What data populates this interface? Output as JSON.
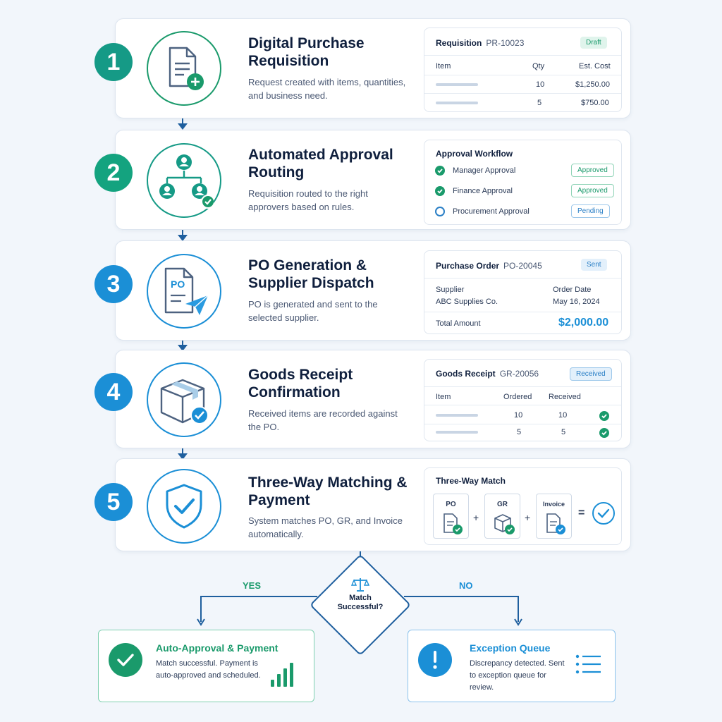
{
  "steps": [
    {
      "number": "1",
      "title": "Digital Purchase Requisition",
      "desc": "Request created with items, quantities, and business need.",
      "icon": "document-plus-icon"
    },
    {
      "number": "2",
      "title": "Automated Approval Routing",
      "desc": "Requisition routed to the right approvers based on rules.",
      "icon": "approval-hierarchy-icon"
    },
    {
      "number": "3",
      "title": "PO Generation & Supplier Dispatch",
      "desc": "PO is generated and sent to the selected supplier.",
      "icon": "po-send-icon"
    },
    {
      "number": "4",
      "title": "Goods Receipt Confirmation",
      "desc": "Received items are recorded against the PO.",
      "icon": "package-check-icon"
    },
    {
      "number": "5",
      "title": "Three-Way Matching & Payment",
      "desc": "System matches PO, GR, and Invoice automatically.",
      "icon": "shield-check-icon"
    }
  ],
  "requisition": {
    "label": "Requisition",
    "id": "PR-10023",
    "status": "Draft",
    "columns": [
      "Item",
      "Qty",
      "Est. Cost"
    ],
    "rows": [
      {
        "qty": "10",
        "cost": "$1,250.00"
      },
      {
        "qty": "5",
        "cost": "$750.00"
      }
    ]
  },
  "approval": {
    "title": "Approval Workflow",
    "items": [
      {
        "label": "Manager Approval",
        "status": "Approved"
      },
      {
        "label": "Finance Approval",
        "status": "Approved"
      },
      {
        "label": "Procurement Approval",
        "status": "Pending"
      }
    ]
  },
  "po": {
    "label": "Purchase Order",
    "id": "PO-20045",
    "status": "Sent",
    "supplier_label": "Supplier",
    "supplier": "ABC Supplies Co.",
    "date_label": "Order Date",
    "date": "May 16, 2024",
    "total_label": "Total Amount",
    "total": "$2,000.00"
  },
  "receipt": {
    "label": "Goods Receipt",
    "id": "GR-20056",
    "status": "Received",
    "columns": [
      "Item",
      "Ordered",
      "Received"
    ],
    "rows": [
      {
        "ordered": "10",
        "received": "10"
      },
      {
        "ordered": "5",
        "received": "5"
      }
    ]
  },
  "match": {
    "title": "Three-Way Match",
    "docs": [
      "PO",
      "GR",
      "Invoice"
    ],
    "plus": "+",
    "equals": "="
  },
  "decision": {
    "text": "Match Successful?",
    "yes": "YES",
    "no": "NO"
  },
  "outcomes": {
    "success": {
      "title": "Auto-Approval & Payment",
      "desc": "Match successful. Payment is auto-approved and scheduled."
    },
    "exception": {
      "title": "Exception Queue",
      "desc": "Discrepancy detected. Sent to exception queue for review."
    }
  },
  "colors": {
    "green": "#1a9a6b",
    "teal": "#159a86",
    "blue": "#1b8fd6",
    "navy": "#1f5f9e"
  }
}
